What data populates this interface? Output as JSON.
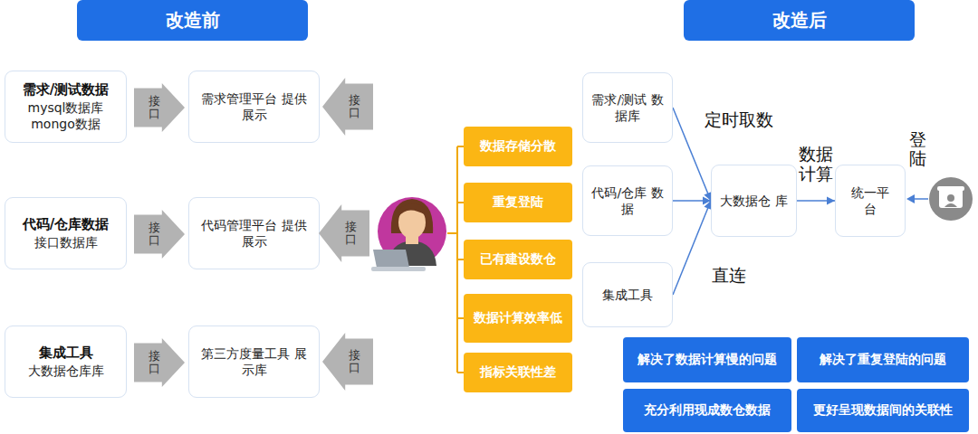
{
  "diagram": {
    "nodes": [
      {
        "text": [
          "改造前"
        ]
      },
      {
        "text": [
          "需求/测试数据",
          "mysql数据库 mongo数据"
        ]
      },
      {
        "text": [
          "接口"
        ]
      },
      {
        "text": [
          "需求管理平台 提供展示"
        ]
      },
      {
        "text": [
          "接口"
        ]
      },
      {
        "text": [
          "代码/仓库数据",
          "接口数据库"
        ]
      },
      {
        "text": [
          "接口"
        ]
      },
      {
        "text": [
          "代码管理平台 提供展示"
        ]
      },
      {
        "text": [
          "接口"
        ]
      },
      {
        "text": [
          "集成工具",
          "大数据仓库库"
        ]
      },
      {
        "text": [
          "接口"
        ]
      },
      {
        "text": [
          "第三方度量工具 展示库"
        ]
      },
      {
        "text": [
          "接口"
        ]
      },
      {
        "text": [
          "数据存储分散"
        ]
      },
      {
        "text": [
          "重复登陆"
        ]
      },
      {
        "text": [
          "已有建设数仓"
        ]
      },
      {
        "text": [
          "数据计算效率低"
        ]
      },
      {
        "text": [
          "指标关联性差"
        ]
      },
      {
        "text": [
          "改造后"
        ]
      },
      {
        "text": [
          "需求/测试 数据库"
        ]
      },
      {
        "text": [
          "代码/仓库 数据"
        ]
      },
      {
        "text": [
          "集成工具"
        ]
      },
      {
        "text": [
          "大数据仓 库"
        ]
      },
      {
        "text": [
          "统一平 台"
        ]
      },
      {
        "text": [
          "解决了数据计算慢的问题"
        ]
      },
      {
        "text": [
          "解决了重复登陆的问题"
        ]
      },
      {
        "text": [
          "充分利用现成数仓数据"
        ]
      },
      {
        "text": [
          "更好呈现数据间的关联性"
        ]
      }
    ],
    "edges": [
      {
        "from": 19,
        "to": 22,
        "label": "定时取数",
        "arrow": "to"
      },
      {
        "from": 20,
        "to": 22,
        "arrow": "to"
      },
      {
        "from": 21,
        "to": 22,
        "label": "直连",
        "arrow": "to"
      },
      {
        "from": 22,
        "to": 23,
        "label": "数据计算",
        "arrow": "to"
      }
    ],
    "labels": [
      "登陆"
    ]
  }
}
